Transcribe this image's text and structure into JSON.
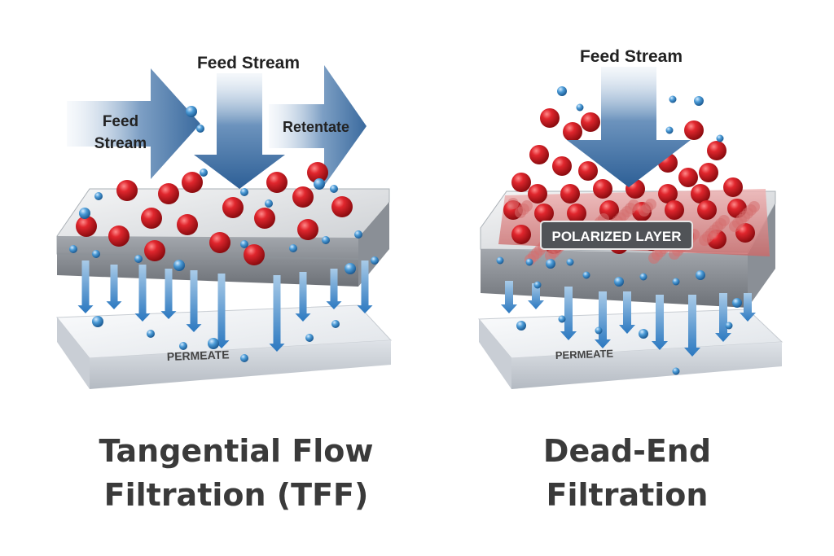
{
  "left_panel": {
    "feed_stream_top": "Feed Stream",
    "feed_stream_side_line1": "Feed",
    "feed_stream_side_line2": "Stream",
    "retentate": "Retentate",
    "permeate": "PERMEATE",
    "title_line1": "Tangential Flow",
    "title_line2": "Filtration (TFF)"
  },
  "right_panel": {
    "feed_stream_top": "Feed Stream",
    "polarized_layer": "POLARIZED LAYER",
    "permeate": "PERMEATE",
    "title_line1": "Dead-End",
    "title_line2": "Filtration"
  },
  "colors": {
    "particle_red": "#d41f26",
    "solute_blue": "#3b8fd0",
    "arrow_blue": "#2f6fb0",
    "membrane_grey": "#b8bcc2",
    "title_text": "#3a3a3a"
  }
}
